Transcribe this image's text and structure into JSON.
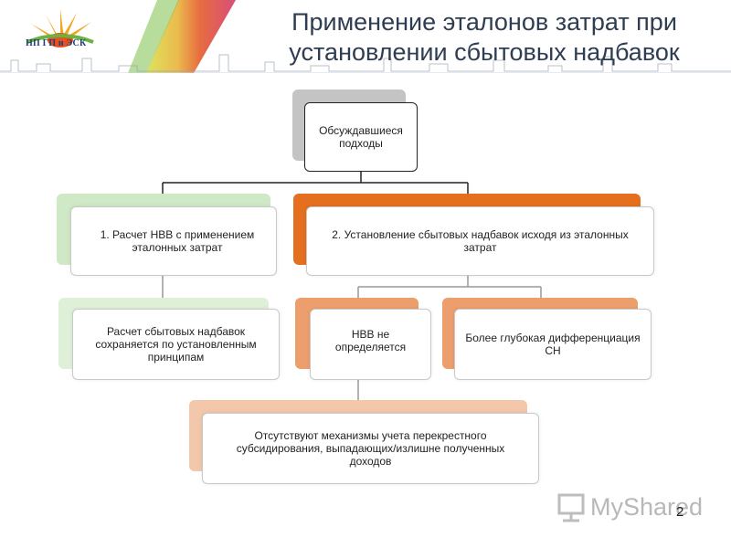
{
  "header": {
    "logo_text": "НП ГП и ЭСК",
    "title_line1": "Применение эталонов затрат при",
    "title_line2": "установлении сбытовых надбавок"
  },
  "diagram": {
    "root": "Обсуждавшиеся подходы",
    "left_branch": "1. Расчет НВВ с применением эталонных затрат",
    "left_child": "Расчет сбытовых надбавок сохраняется по установленным принципам",
    "right_branch": "2. Установление сбытовых надбавок исходя из эталонных затрат",
    "right_child_1": "НВВ не определяется",
    "right_child_2": "Более глубокая дифференциация СН",
    "bottom_child": "Отсутствуют механизмы учета перекрестного субсидирования, выпадающих/излишне полученных доходов"
  },
  "colors": {
    "root_back": "#b9b9b9",
    "green_back": "#cfe8c6",
    "orange_back": "#e46f1f",
    "orange_light_back": "#ec9e6c",
    "peach_back": "#f2c7aa",
    "title_color": "#2f3d52"
  },
  "footer": {
    "page_number": "2",
    "watermark_text": "MyShared"
  }
}
